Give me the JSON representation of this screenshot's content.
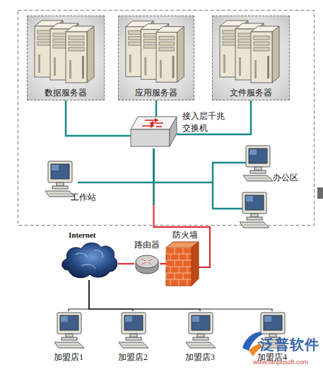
{
  "diagram": {
    "nodes": [
      {
        "text": [
          "数据服务器"
        ]
      },
      {
        "text": [
          "应用服务器"
        ]
      },
      {
        "text": [
          "文件服务器"
        ]
      },
      {
        "text": [
          "接入层千兆 交换机"
        ]
      },
      {
        "text": [
          "工作站"
        ]
      },
      {
        "text": [
          "办公区"
        ]
      },
      {
        "text": [
          "防火墙"
        ]
      },
      {
        "text": [
          "路由器"
        ]
      },
      {
        "text": [
          "Internet"
        ]
      },
      {
        "text": [
          "加盟店1"
        ]
      },
      {
        "text": [
          "加盟店2"
        ]
      },
      {
        "text": [
          "加盟店3"
        ]
      },
      {
        "text": [
          "加盟店4"
        ]
      }
    ],
    "edges": [
      {
        "from": 0,
        "to": 3,
        "arrow": "none"
      },
      {
        "from": 1,
        "to": 3,
        "arrow": "none"
      },
      {
        "from": 2,
        "to": 3,
        "arrow": "none"
      },
      {
        "from": 3,
        "to": 4,
        "arrow": "none"
      },
      {
        "from": 3,
        "to": 5,
        "arrow": "none"
      },
      {
        "from": 3,
        "to": 6,
        "arrow": "none"
      },
      {
        "from": 6,
        "to": 7,
        "arrow": "none"
      },
      {
        "from": 7,
        "to": 8,
        "arrow": "none"
      },
      {
        "from": 8,
        "to": 9,
        "arrow": "none"
      },
      {
        "from": 8,
        "to": 10,
        "arrow": "none"
      },
      {
        "from": 8,
        "to": 11,
        "arrow": "none"
      },
      {
        "from": 8,
        "to": 12,
        "arrow": "none"
      }
    ],
    "labels": [
      "泛普软件",
      "www.fanpusoft.com"
    ]
  }
}
